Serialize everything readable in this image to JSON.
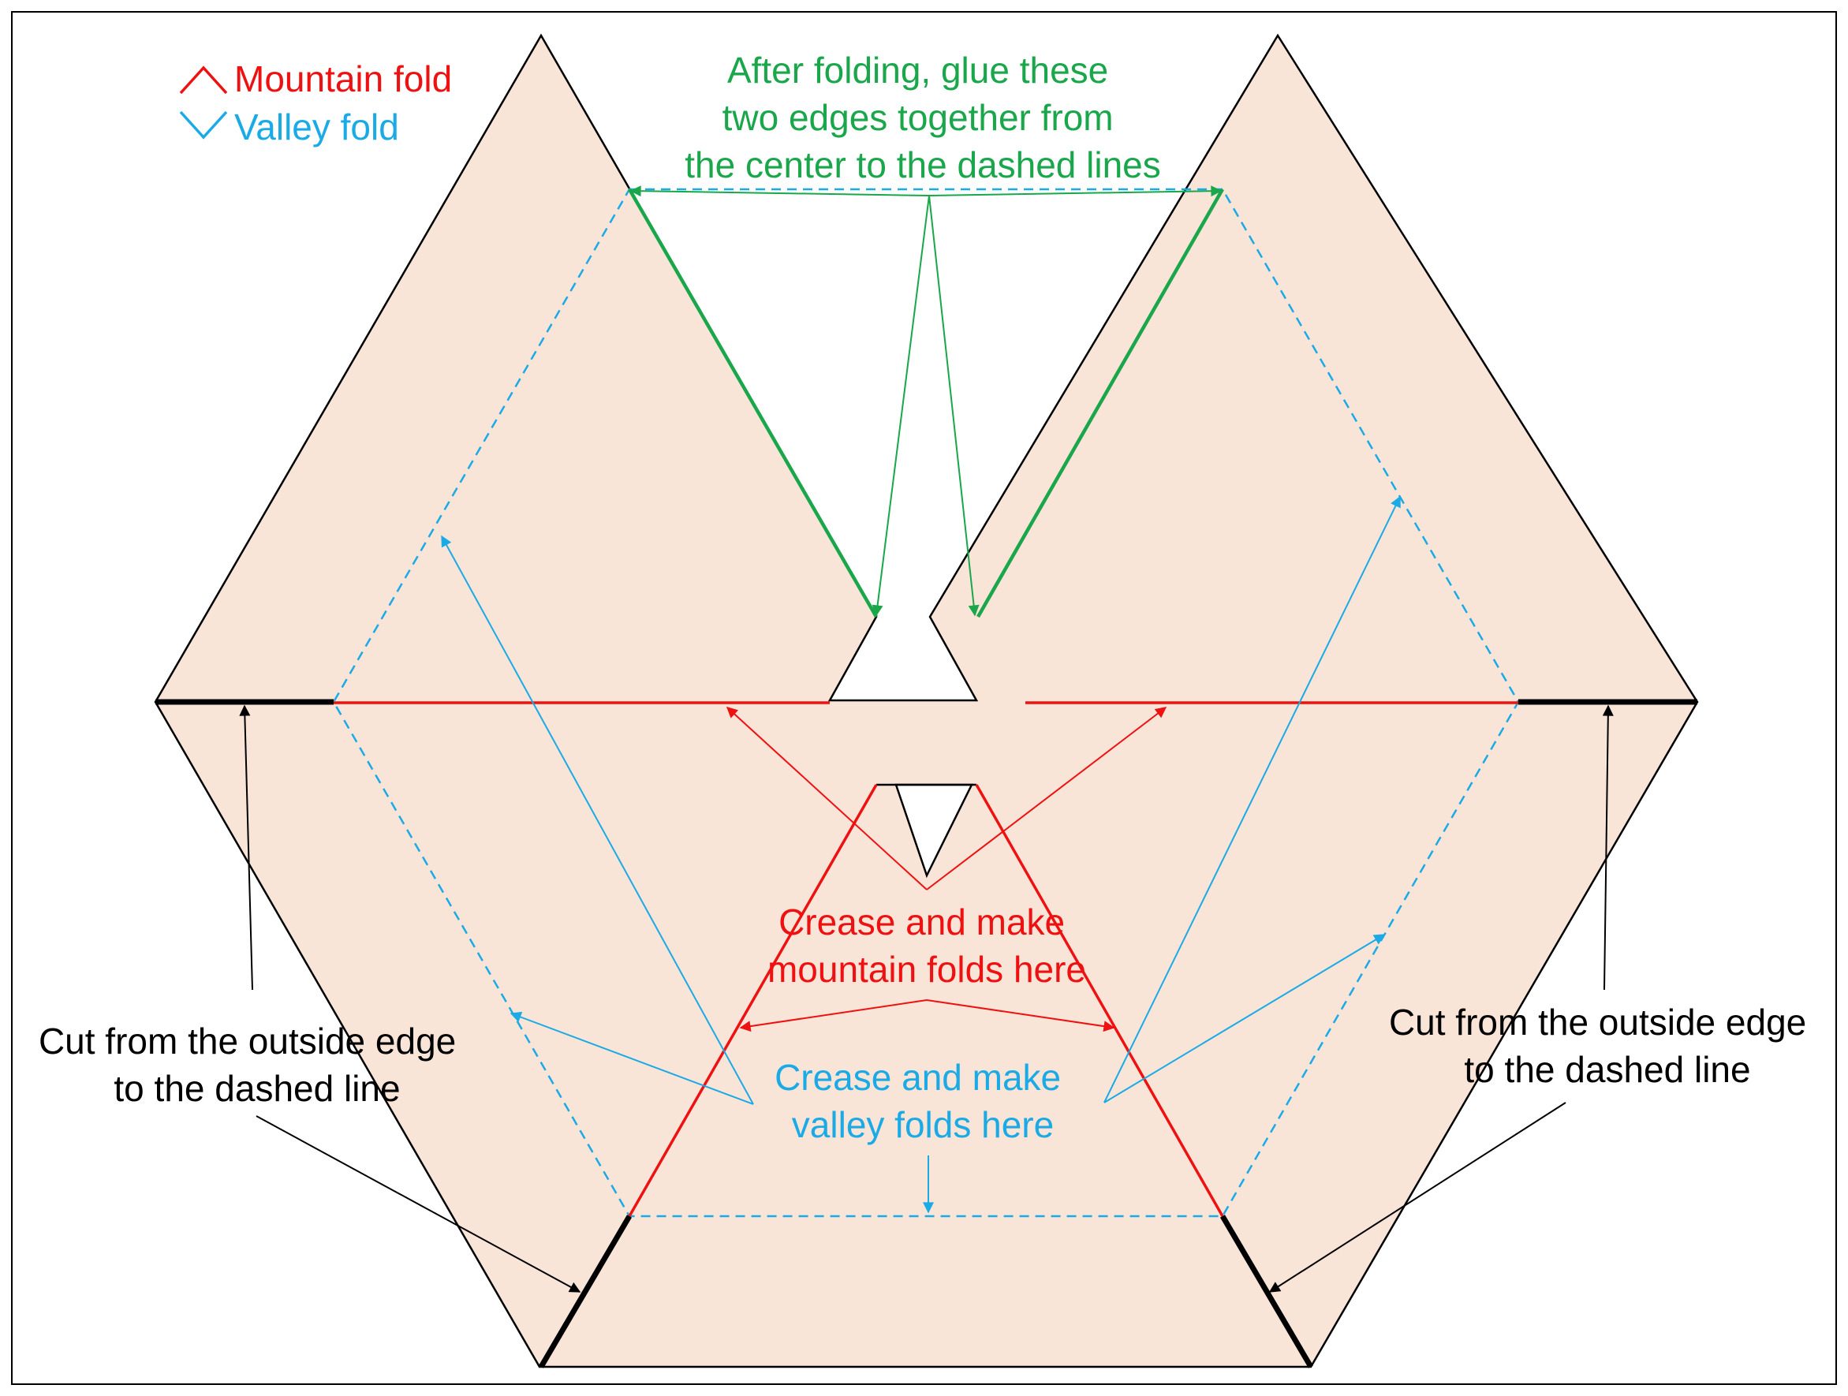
{
  "legend": {
    "mountain_label": "Mountain fold",
    "valley_label": "Valley fold"
  },
  "labels": {
    "glue": [
      "After folding, glue these",
      "two edges together from",
      "the center to the dashed lines"
    ],
    "mountain": [
      "Crease and make",
      "mountain folds here"
    ],
    "valley": [
      "Crease and make",
      "valley folds here"
    ],
    "cut_left": [
      "Cut from the outside edge",
      "to the dashed line"
    ],
    "cut_right": [
      "Cut from the outside edge",
      "to the dashed line"
    ]
  },
  "icons": {
    "mountain": "caret-up-icon",
    "valley": "caret-down-icon"
  },
  "colors": {
    "paper_fill": "#f9e4d8",
    "mountain": "#ee1111",
    "valley": "#1aaae6",
    "glue": "#1aa64a",
    "cut": "#000000",
    "outline": "#000000",
    "frame": "#000000"
  }
}
